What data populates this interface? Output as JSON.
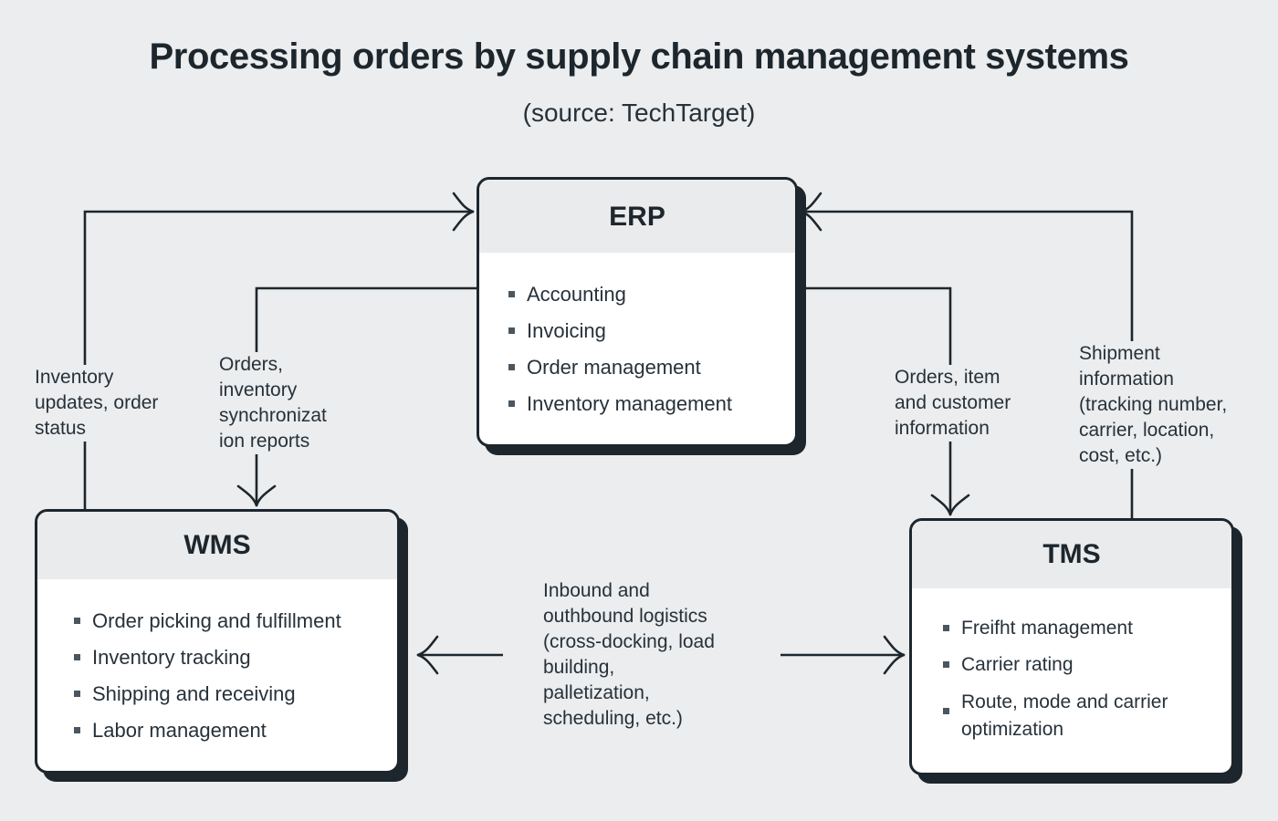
{
  "header": {
    "title": "Processing orders by supply chain management systems",
    "subtitle": "(source: TechTarget)"
  },
  "colors": {
    "background": "#ebedee",
    "box_border": "#1d262d",
    "box_header_fill": "#e9ebec",
    "box_body_fill": "#ffffff",
    "text": "#27313a",
    "connector": "#1d262d"
  },
  "nodes": {
    "erp": {
      "title": "ERP",
      "items": [
        "Accounting",
        "Invoicing",
        "Order management",
        "Inventory management"
      ]
    },
    "wms": {
      "title": "WMS",
      "items": [
        "Order picking and fulfillment",
        "Inventory tracking",
        "Shipping and receiving",
        "Labor management"
      ]
    },
    "tms": {
      "title": "TMS",
      "items": [
        "Freifht management",
        "Carrier rating",
        "Route, mode and carrier optimization"
      ]
    }
  },
  "edges": [
    {
      "id": "wms-to-erp",
      "from": "WMS",
      "to": "ERP",
      "label": "Inventory\nupdates, order\nstatus"
    },
    {
      "id": "erp-to-wms",
      "from": "ERP",
      "to": "WMS",
      "label": "Orders,\ninventory\nsynchronizat\nion reports"
    },
    {
      "id": "erp-to-tms",
      "from": "ERP",
      "to": "TMS",
      "label": "Orders, item\nand customer\ninformation"
    },
    {
      "id": "tms-to-erp",
      "from": "TMS",
      "to": "ERP",
      "label": "Shipment\ninformation\n(tracking number,\ncarrier, location,\ncost, etc.)"
    },
    {
      "id": "tms-wms-logistics",
      "from": "TMS",
      "to": "WMS",
      "label": "Inbound and\nouthbound logistics\n(cross-docking, load\nbuilding,\npalletization,\nscheduling, etc.)"
    }
  ]
}
